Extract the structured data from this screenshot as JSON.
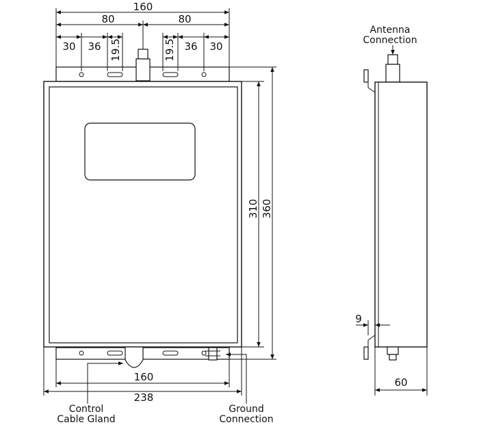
{
  "front_view": {
    "dims": {
      "top_total": "160",
      "top_left_half": "80",
      "top_right_half": "80",
      "top_left_a": "30",
      "top_left_b": "36",
      "top_left_c": "19.5",
      "top_right_c": "19.5",
      "top_right_b": "36",
      "top_right_a": "30",
      "height_inner": "310",
      "height_outer": "360",
      "bottom_mount": "160",
      "bottom_total": "238"
    },
    "labels": {
      "control_line1": "Control",
      "control_line2": "Cable Gland",
      "ground_line1": "Ground",
      "ground_line2": "Connection"
    }
  },
  "side_view": {
    "labels": {
      "antenna_line1": "Antenna",
      "antenna_line2": "Connection"
    },
    "dims": {
      "flange": "9",
      "depth": "60"
    }
  }
}
